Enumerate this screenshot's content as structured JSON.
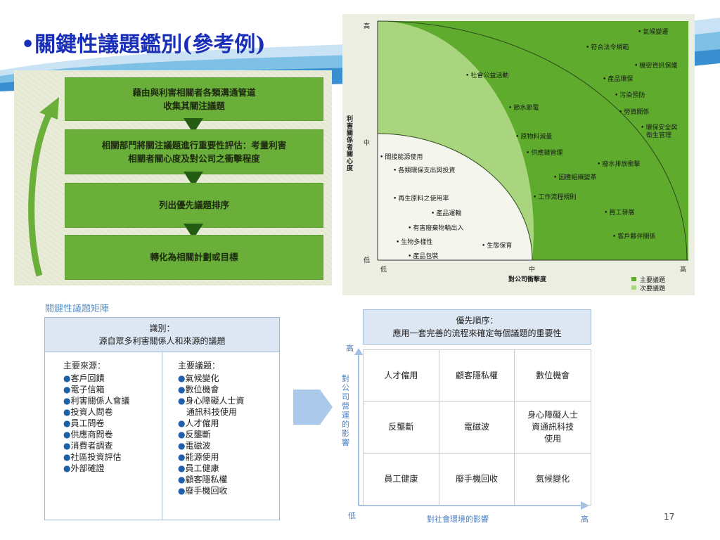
{
  "title": "•關鍵性議題鑑別(參考例)",
  "process": {
    "steps": [
      "藉由與利害相關者各類溝通管道\n收集其關注議題",
      "相關部門將關注議題進行重要性評估：考量利害\n相關者關心度及對公司之衝擊程度",
      "列出優先議題排序",
      "轉化為相關計劃或目標"
    ]
  },
  "materiality_chart": {
    "y_axis_title": "利害關係者關心度",
    "x_axis_title": "對公司衝擊度",
    "y_ticks": [
      "高",
      "中",
      "低"
    ],
    "x_ticks": [
      "低",
      "中",
      "高"
    ],
    "legend": [
      "主要議題",
      "次要議題"
    ],
    "colors": {
      "major": "#5eab2e",
      "secondary": "#a8d57d",
      "minor": "#f4f6ee"
    },
    "items": [
      "氣候變遷",
      "符合法令規範",
      "機密資訊保護",
      "社會公益活動",
      "產品環保",
      "污染預防",
      "節水節電",
      "勞資關係",
      "環保安全與",
      "衛生管理",
      "原物料減量",
      "供應鏈管理",
      "間接能源使用",
      "廢水排放衝擊",
      "各類環保支出與投資",
      "因應組織變革",
      "再生原料之使用率",
      "工作流程規則",
      "產品運輸",
      "員工發展",
      "有害廢棄物輸出入",
      "客戶夥伴關係",
      "生物多樣性",
      "生態保育",
      "產品包裝"
    ]
  },
  "matrix_heading": "關鍵性議題矩陣",
  "identification": {
    "header_line1": "識別：",
    "header_line2": "源自眾多利害關係人和來源的議題",
    "sources_title": "主要來源：",
    "sources": [
      "客戶回饋",
      "電子信箱",
      "利害關係人會議",
      "投資人問卷",
      "員工問卷",
      "供應商問卷",
      "消費者調查",
      "社區投資評估",
      "外部確證"
    ],
    "issues_title": "主要議題：",
    "issues": [
      "氣候變化",
      "數位機會",
      "身心障礙人士資",
      "通訊科技使用",
      "人才僱用",
      "反壟斷",
      "電磁波",
      "能源使用",
      "員工健康",
      "顧客隱私權",
      "廢手機回收"
    ]
  },
  "priority": {
    "header_line1": "優先順序：",
    "header_line2": "應用一套完善的流程來確定每個議題的重要性",
    "y_label": "對公司營運的影響",
    "x_label": "對社會環境的影響",
    "high": "高",
    "low": "低",
    "grid": [
      [
        "人才僱用",
        "顧客隱私權",
        "數位機會"
      ],
      [
        "反壟斷",
        "電磁波",
        "身心障礙人士\n資通訊科技\n使用"
      ],
      [
        "員工健康",
        "廢手機回收",
        "氣候變化"
      ]
    ]
  },
  "page_number": "17"
}
